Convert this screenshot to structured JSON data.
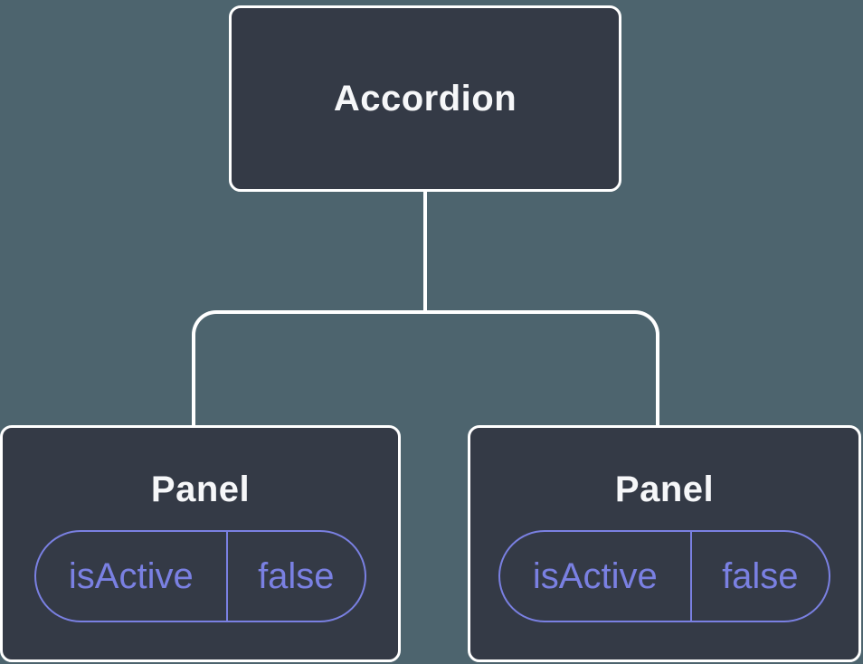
{
  "diagram": {
    "type": "component-tree",
    "colors": {
      "bg": "#4d646e",
      "node": "#343a46",
      "line": "#ffffff",
      "accent": "#7a80e2",
      "text": "#f6f7f9"
    },
    "root": {
      "label": "Accordion"
    },
    "children": [
      {
        "label": "Panel",
        "state": {
          "key": "isActive",
          "value": "false"
        }
      },
      {
        "label": "Panel",
        "state": {
          "key": "isActive",
          "value": "false"
        }
      }
    ]
  }
}
